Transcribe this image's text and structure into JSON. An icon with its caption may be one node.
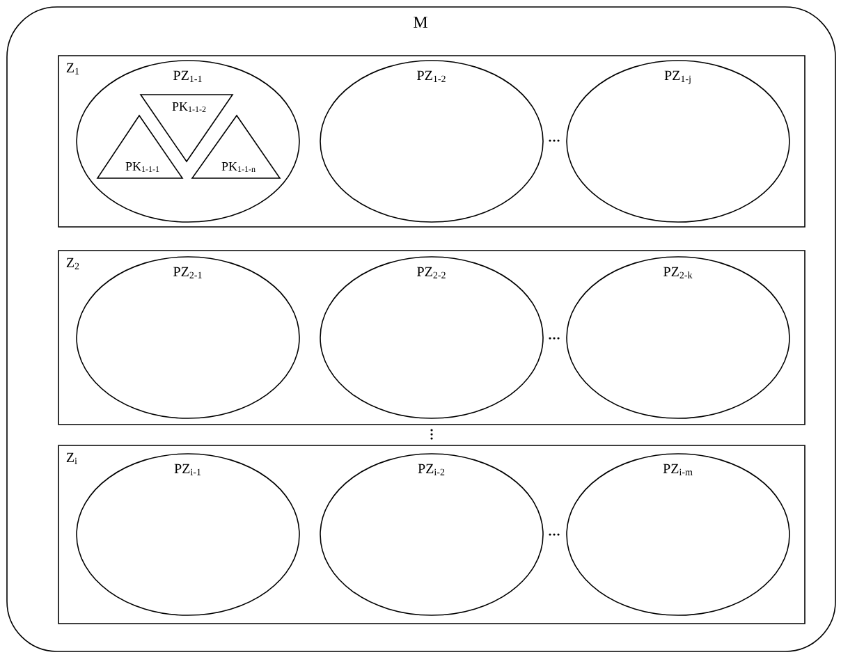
{
  "diagram": {
    "nodes": [
      {
        "text": [
          "M"
        ]
      },
      {
        "text": [
          "Z$_{1}$"
        ],
        "in": 0
      },
      {
        "text": [
          "PZ$_{1-1}$"
        ],
        "in": 1
      },
      {
        "text": [
          "PK$_{1-1-2}$"
        ],
        "in": 2
      },
      {
        "text": [
          "PK$_{1-1-1}$"
        ],
        "in": 2
      },
      {
        "text": [
          "PK$_{1-1-n}$"
        ],
        "in": 2
      },
      {
        "text": [
          "PZ$_{1-2}$"
        ],
        "in": 1
      },
      {
        "text": [
          "PZ$_{1-j}$"
        ],
        "in": 1
      },
      {
        "text": [
          "Z$_{2}$"
        ],
        "in": 0
      },
      {
        "text": [
          "PZ$_{2-1}$"
        ],
        "in": 8
      },
      {
        "text": [
          "PZ$_{2-2}$"
        ],
        "in": 8
      },
      {
        "text": [
          "PZ$_{2-k}$"
        ],
        "in": 8
      },
      {
        "text": [
          "Z$_{i}$"
        ],
        "in": 0
      },
      {
        "text": [
          "PZ$_{i-1}$"
        ],
        "in": 12
      },
      {
        "text": [
          "PZ$_{i-2}$"
        ],
        "in": 12
      },
      {
        "text": [
          "PZ$_{i-m}$"
        ],
        "in": 12
      }
    ]
  }
}
